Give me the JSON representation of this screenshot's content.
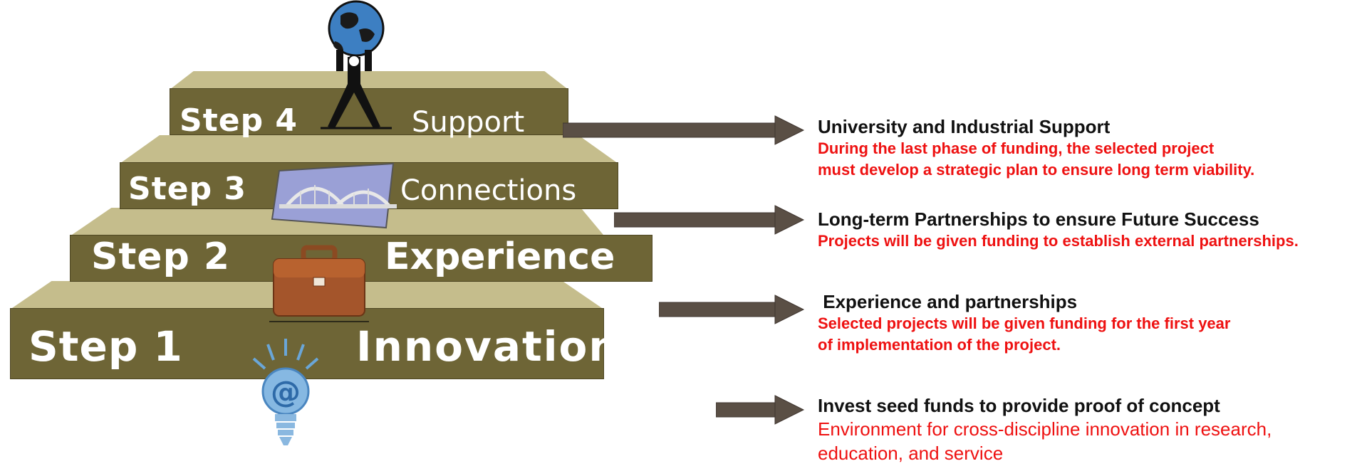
{
  "steps": [
    {
      "label": "Step 4",
      "name": "Support",
      "icon": "atlas-globe-icon"
    },
    {
      "label": "Step 3",
      "name": "Connections",
      "icon": "bridge-map-icon"
    },
    {
      "label": "Step 2",
      "name": "Experience",
      "icon": "briefcase-icon"
    },
    {
      "label": "Step 1",
      "name": "Innovation",
      "icon": "lightbulb-at-icon"
    }
  ],
  "descriptions": [
    {
      "title": "University and Industrial Support",
      "lines": [
        "During the last phase of funding, the selected project",
        "must develop a strategic plan to ensure long term viability."
      ]
    },
    {
      "title": "Long-term Partnerships to ensure Future Success",
      "lines": [
        "Projects will be given funding to establish external partnerships."
      ]
    },
    {
      "title": " Experience and partnerships",
      "lines": [
        "Selected projects will be given funding for the first year",
        "of implementation of the project."
      ]
    },
    {
      "title": "Invest seed funds to provide proof of concept",
      "lines": [
        "Environment for cross-discipline innovation in research,",
        "education, and service"
      ]
    }
  ],
  "colors": {
    "step_front": "#6e6536",
    "step_top": "#c5bd8c",
    "arrow": "#5a4f45",
    "title": "#111111",
    "body": "#ee1111"
  }
}
